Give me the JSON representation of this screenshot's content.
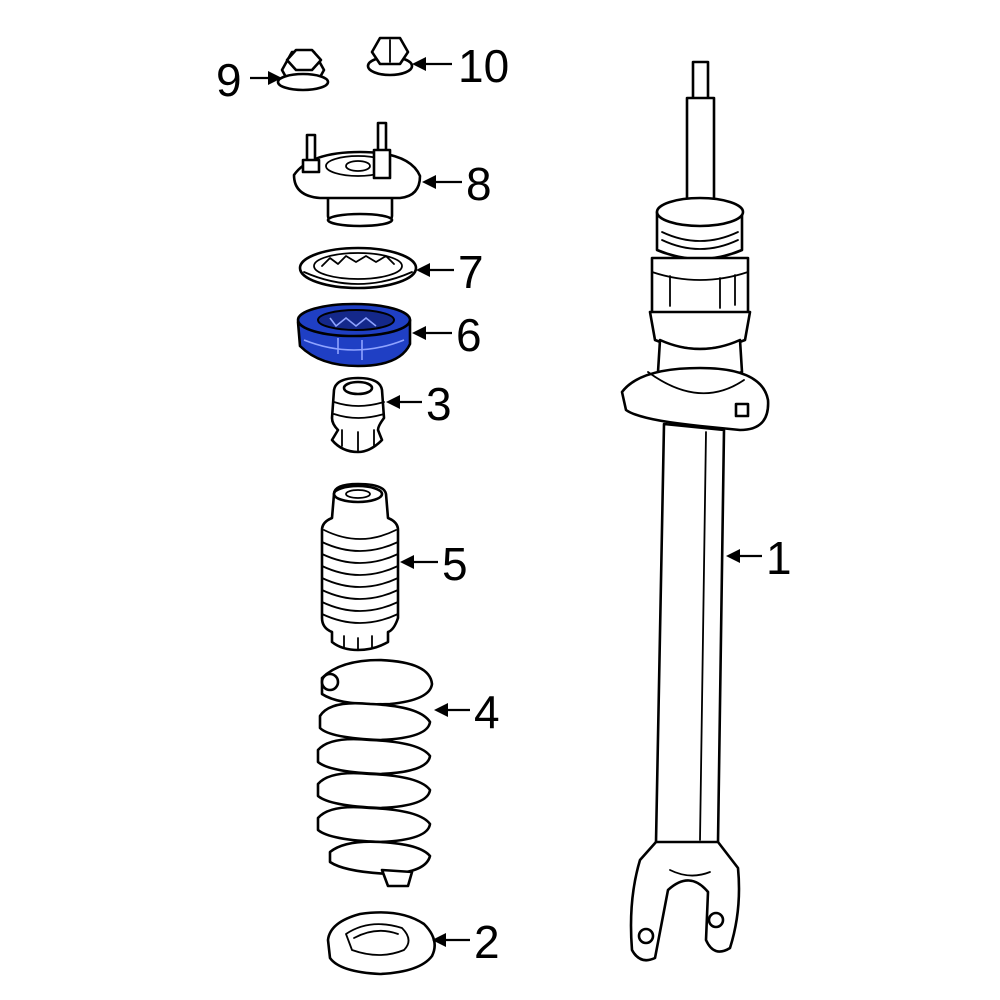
{
  "callouts": [
    {
      "id": "1",
      "label": "1",
      "highlighted": false
    },
    {
      "id": "2",
      "label": "2",
      "highlighted": false
    },
    {
      "id": "3",
      "label": "3",
      "highlighted": false
    },
    {
      "id": "4",
      "label": "4",
      "highlighted": false
    },
    {
      "id": "5",
      "label": "5",
      "highlighted": false
    },
    {
      "id": "6",
      "label": "6",
      "highlighted": true
    },
    {
      "id": "7",
      "label": "7",
      "highlighted": false
    },
    {
      "id": "8",
      "label": "8",
      "highlighted": false
    },
    {
      "id": "9",
      "label": "9",
      "highlighted": false
    },
    {
      "id": "10",
      "label": "10",
      "highlighted": false
    }
  ],
  "colors": {
    "highlight": "#1f3fc4",
    "line": "#000000",
    "background": "#ffffff"
  }
}
